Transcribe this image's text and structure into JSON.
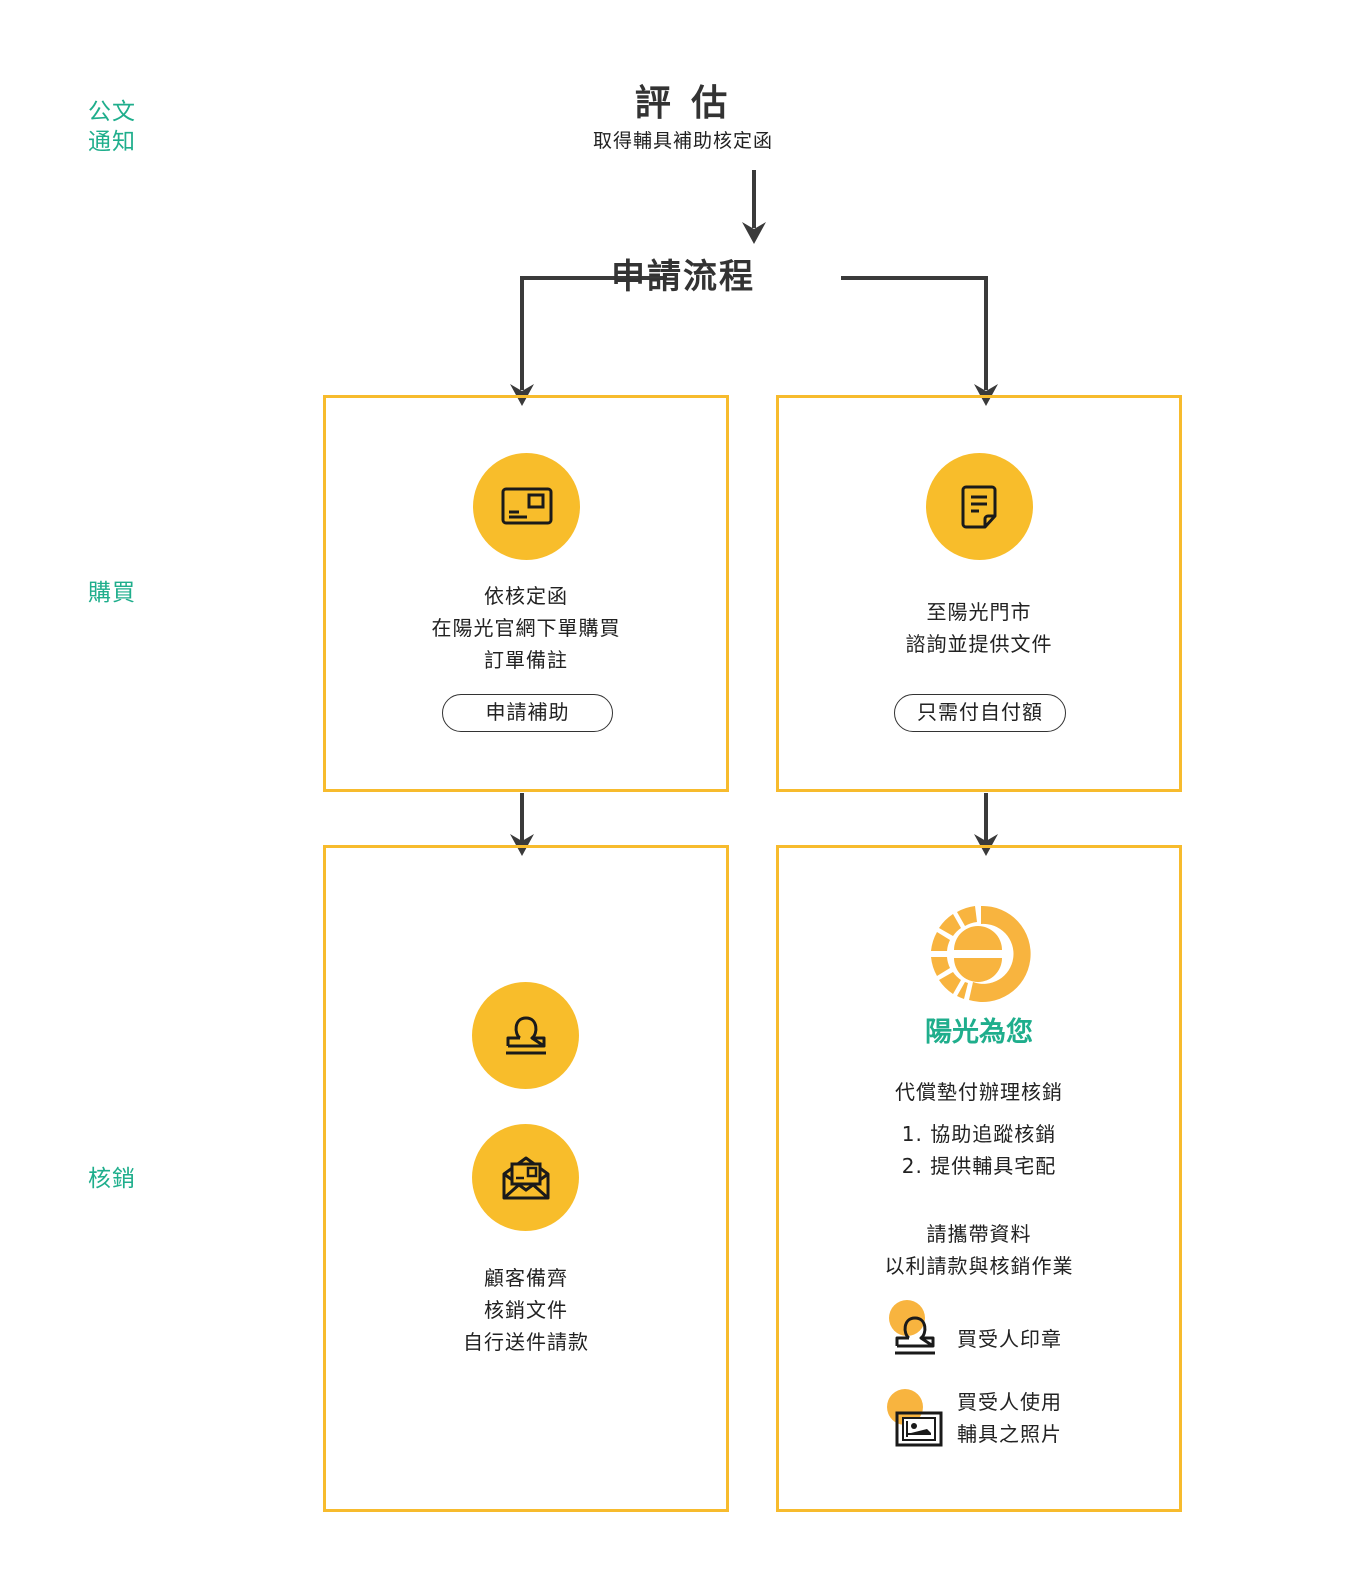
{
  "side_labels": {
    "notice": [
      "公文",
      "通知"
    ],
    "purchase": "購買",
    "writeoff": "核銷"
  },
  "header": {
    "title": "評 估",
    "subtitle": "取得輔具補助核定函",
    "process_title": "申請流程"
  },
  "colors": {
    "accent_yellow": "#f8bd2b",
    "box_border": "#f7bb2d",
    "brand_green": "#1fae8c",
    "arrow": "#3a3a3a"
  },
  "left_purchase": {
    "icon": "postcard-icon",
    "lines": [
      "依核定函",
      "在陽光官網下單購買",
      "訂單備註"
    ],
    "button_label": "申請補助"
  },
  "right_purchase": {
    "icon": "document-icon",
    "lines": [
      "至陽光門市",
      "諮詢並提供文件"
    ],
    "button_label": "只需付自付額"
  },
  "left_writeoff": {
    "icons": [
      "stamp-icon",
      "mail-open-icon"
    ],
    "lines": [
      "顧客備齊",
      "核銷文件",
      "自行送件請款"
    ]
  },
  "right_writeoff": {
    "brand_name": "陽光為您",
    "intro": "代償墊付辦理核銷",
    "steps": [
      "1. 協助追蹤核銷",
      "2. 提供輔具宅配"
    ],
    "bring_lines": [
      "請攜帶資料",
      "以利請款與核銷作業"
    ],
    "requirements": [
      {
        "icon": "stamp-icon",
        "lines": [
          "買受人印章"
        ]
      },
      {
        "icon": "photo-icon",
        "lines": [
          "買受人使用",
          "輔具之照片"
        ]
      }
    ]
  }
}
